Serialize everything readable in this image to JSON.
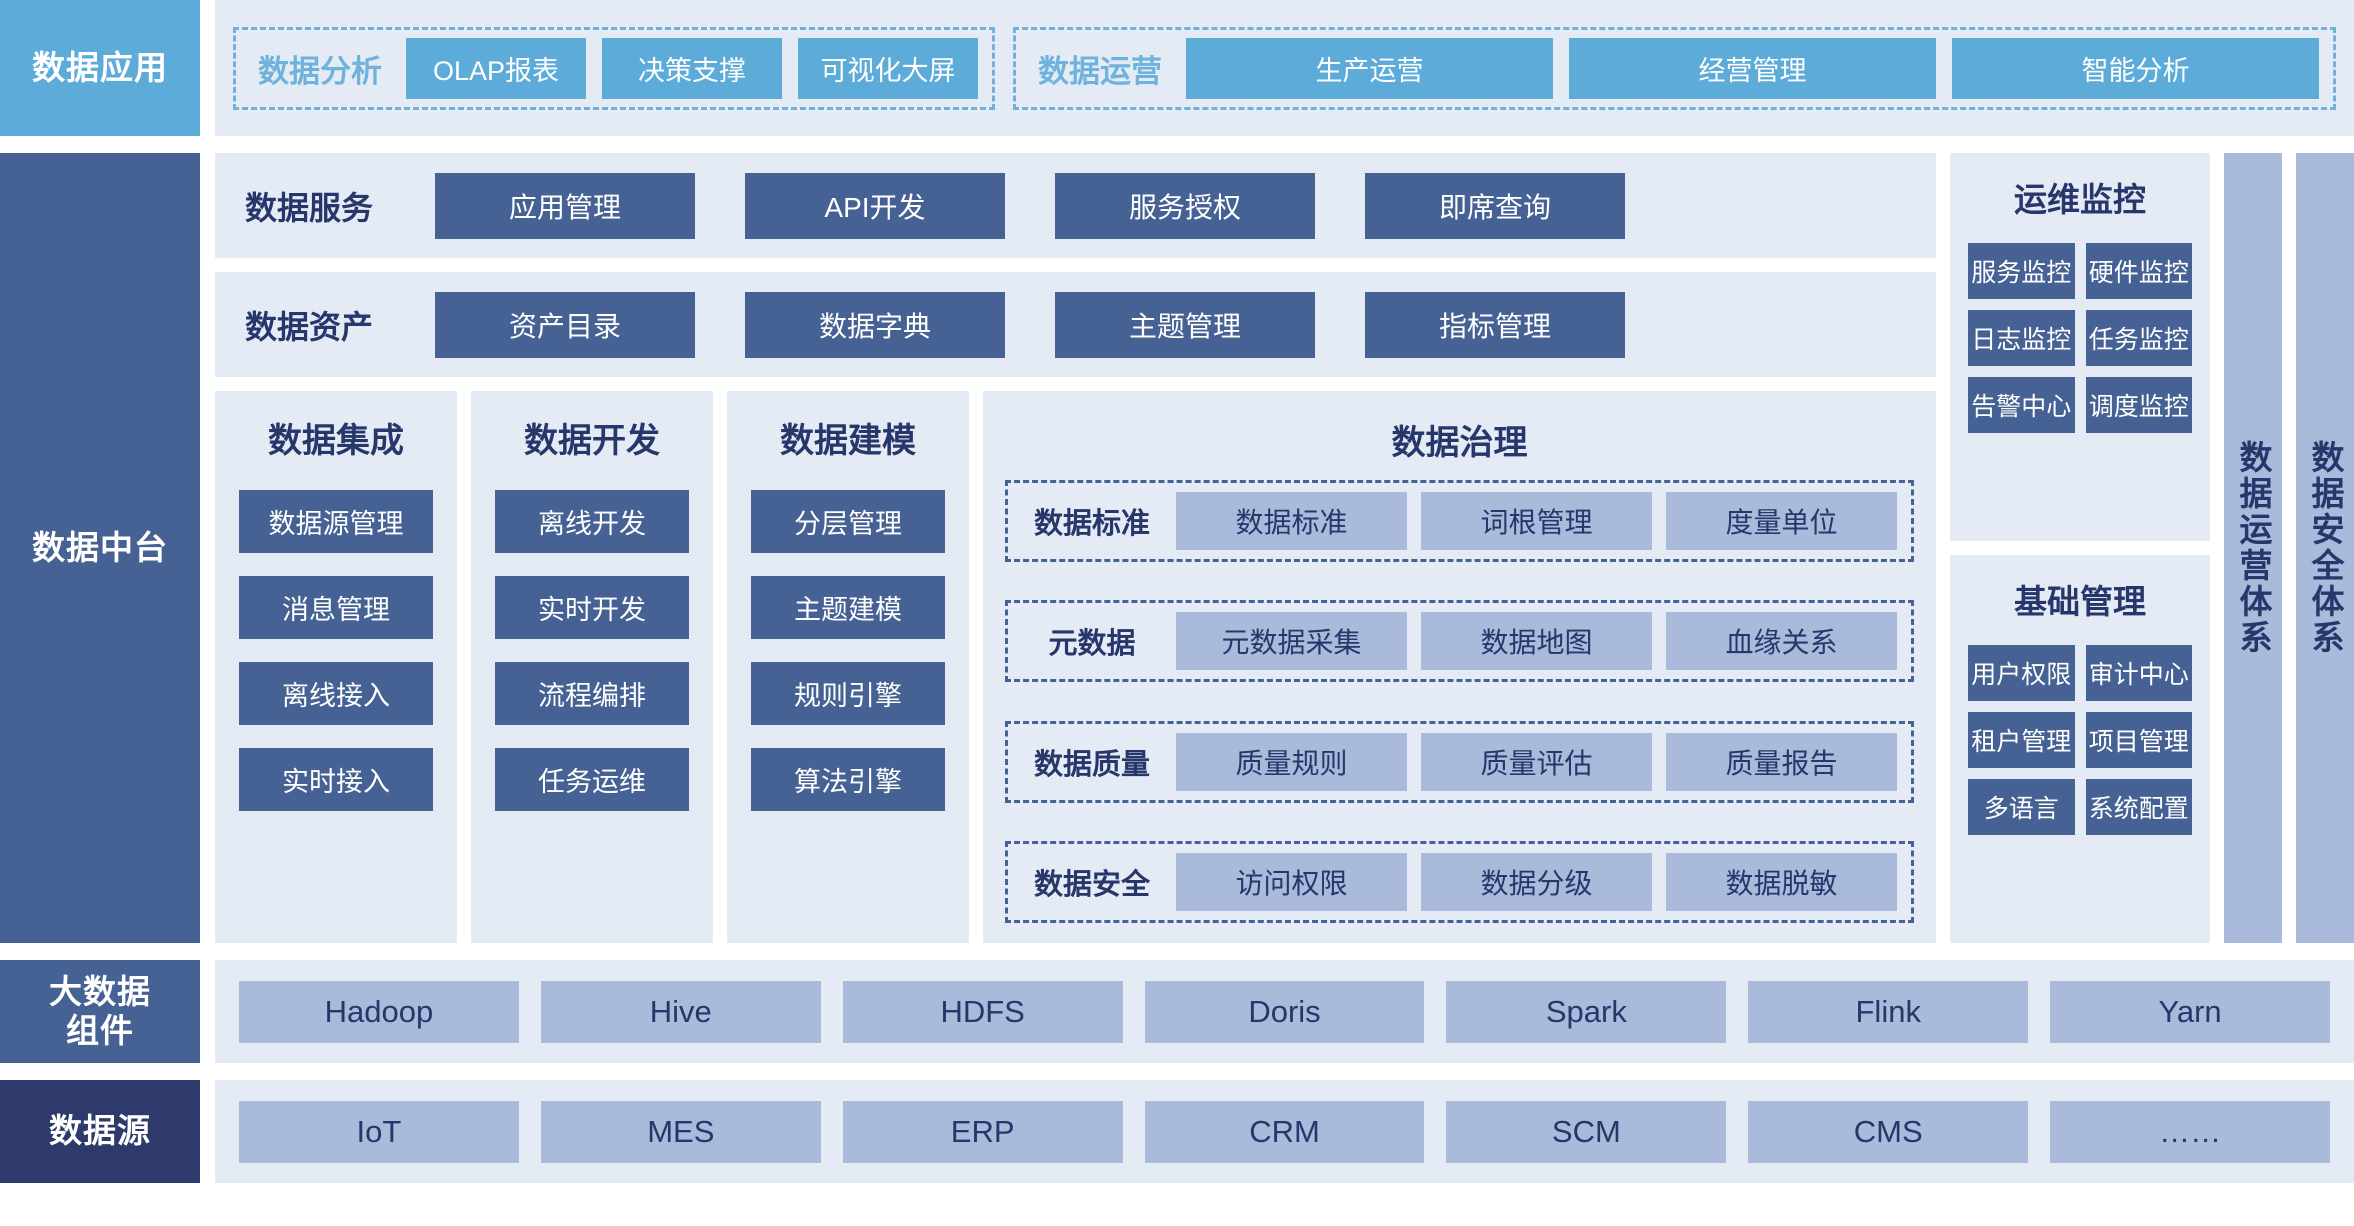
{
  "layers": {
    "application": "数据应用",
    "platform": "数据中台",
    "bigdata": "大数据\n组件",
    "bigdata_line1": "大数据",
    "bigdata_line2": "组件",
    "source": "数据源"
  },
  "application": {
    "groups": [
      {
        "title": "数据分析",
        "items": [
          "OLAP报表",
          "决策支撑",
          "可视化大屏"
        ]
      },
      {
        "title": "数据运营",
        "items": [
          "生产运营",
          "经营管理",
          "智能分析"
        ]
      }
    ]
  },
  "platform": {
    "service_rows": [
      {
        "label": "数据服务",
        "items": [
          "应用管理",
          "API开发",
          "服务授权",
          "即席查询"
        ]
      },
      {
        "label": "数据资产",
        "items": [
          "资产目录",
          "数据字典",
          "主题管理",
          "指标管理"
        ]
      }
    ],
    "columns": [
      {
        "title": "数据集成",
        "items": [
          "数据源管理",
          "消息管理",
          "离线接入",
          "实时接入"
        ]
      },
      {
        "title": "数据开发",
        "items": [
          "离线开发",
          "实时开发",
          "流程编排",
          "任务运维"
        ]
      },
      {
        "title": "数据建模",
        "items": [
          "分层管理",
          "主题建模",
          "规则引擎",
          "算法引擎"
        ]
      }
    ],
    "governance": {
      "title": "数据治理",
      "rows": [
        {
          "key": "数据标准",
          "items": [
            "数据标准",
            "词根管理",
            "度量单位"
          ]
        },
        {
          "key": "元数据",
          "items": [
            "元数据采集",
            "数据地图",
            "血缘关系"
          ]
        },
        {
          "key": "数据质量",
          "items": [
            "质量规则",
            "质量评估",
            "质量报告"
          ]
        },
        {
          "key": "数据安全",
          "items": [
            "访问权限",
            "数据分级",
            "数据脱敏"
          ]
        }
      ]
    },
    "right_boxes": [
      {
        "title": "运维监控",
        "items": [
          "服务监控",
          "硬件监控",
          "日志监控",
          "任务监控",
          "告警中心",
          "调度监控"
        ]
      },
      {
        "title": "基础管理",
        "items": [
          "用户权限",
          "审计中心",
          "租户管理",
          "项目管理",
          "多语言",
          "系统配置"
        ]
      }
    ],
    "vertical_bars": [
      "数据运营体系",
      "数据安全体系"
    ]
  },
  "bigdata": {
    "items": [
      "Hadoop",
      "Hive",
      "HDFS",
      "Doris",
      "Spark",
      "Flink",
      "Yarn"
    ]
  },
  "source": {
    "items": [
      "IoT",
      "MES",
      "ERP",
      "CRM",
      "SCM",
      "CMS",
      "……"
    ]
  },
  "colors": {
    "accent": "#5cabd9",
    "deep_blue": "#466193",
    "dark_blue": "#2e3a6b",
    "mid_blue": "#a9bada",
    "panel": "#e4ebf5",
    "text_dark": "#27366b"
  }
}
